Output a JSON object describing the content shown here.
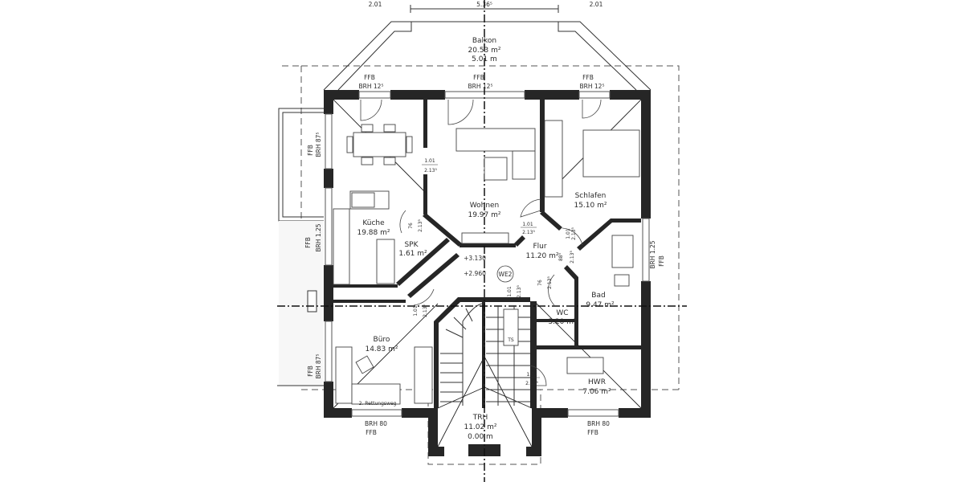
{
  "plan": {
    "dimensions": {
      "left": "2.01",
      "center": "5.36⁵",
      "right": "2.01"
    },
    "balcony": {
      "name": "Balkon",
      "area": "20.53 m²",
      "width": "5.01 m"
    },
    "top_windows": [
      {
        "ffb": "FFB",
        "brh": "BRH 12⁵"
      },
      {
        "ffb": "FFB",
        "brh": "BRH 12⁵"
      },
      {
        "ffb": "FFB",
        "brh": "BRH 12⁵"
      }
    ],
    "left_windows": [
      {
        "ffb": "FFB",
        "brh": "BRH 87⁵"
      },
      {
        "ffb": "FFB",
        "brh": "BRH 1.25"
      },
      {
        "ffb": "FFB",
        "brh": "BRH 87⁵"
      }
    ],
    "right_window": {
      "ffb": "FFB",
      "brh": "BRH 1.25"
    },
    "bottom_windows": [
      {
        "brh": "BRH 80",
        "ffb": "FFB"
      },
      {
        "brh": "BRH 80",
        "ffb": "FFB"
      }
    ],
    "rooms": {
      "kueche": {
        "name": "Küche",
        "area": "19.88 m²"
      },
      "spk": {
        "name": "SPK",
        "area": "1.61 m²"
      },
      "wohnen": {
        "name": "Wohnen",
        "area": "19.97 m²"
      },
      "schlafen": {
        "name": "Schlafen",
        "area": "15.10 m²"
      },
      "flur": {
        "name": "Flur",
        "area": "11.20 m²"
      },
      "bad": {
        "name": "Bad",
        "area": "9.47 m²"
      },
      "wc": {
        "name": "WC",
        "area": "3.20 m²"
      },
      "buero": {
        "name": "Büro",
        "area": "14.83 m²",
        "note": "2. Rettungsweg"
      },
      "trh": {
        "name": "TRH",
        "area": "11.02 m²",
        "level": "0.00 m"
      },
      "hwr": {
        "name": "HWR",
        "area": "7.06 m²"
      }
    },
    "levels": {
      "upper": "+3.130",
      "lower": "+2.960"
    },
    "we_label": "WE2",
    "ts_label": "TS",
    "doors": {
      "d101": "1.01",
      "d76": "76",
      "d88": "88⁵",
      "h2135": "2.13⁵"
    }
  }
}
